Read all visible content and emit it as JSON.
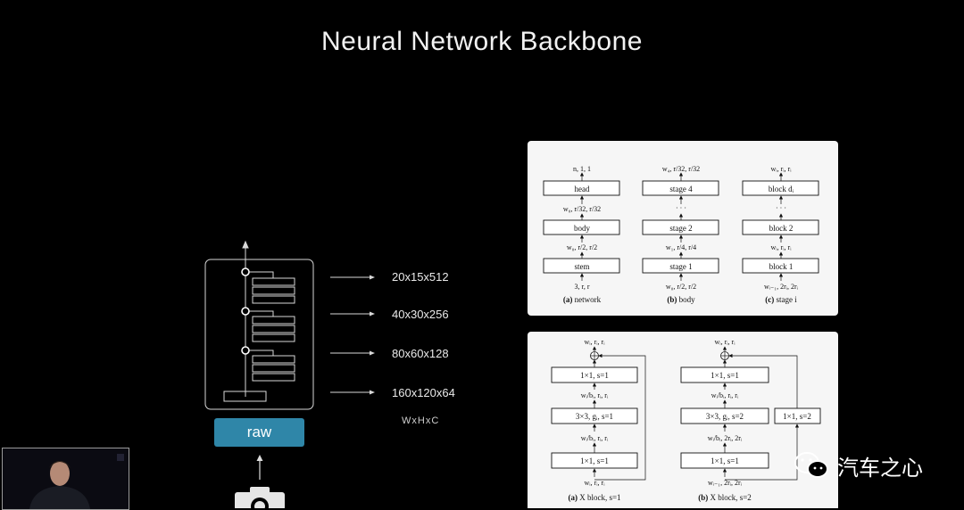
{
  "slide": {
    "title": "Neural Network Backbone"
  },
  "backbone": {
    "raw_label": "raw",
    "feature_maps": [
      "20x15x512",
      "40x30x256",
      "80x60x128",
      "160x120x64"
    ],
    "dims_label": "WxHxC"
  },
  "regnet_panel": {
    "network": {
      "top": "n, 1, 1",
      "boxes": [
        "head",
        "body",
        "stem"
      ],
      "between": [
        "w₀, r/32, r/32",
        "w₀, r/2, r/2"
      ],
      "bottom": "3, r, r",
      "caption_letter": "(a)",
      "caption": " network"
    },
    "body": {
      "top": "w₄, r/32, r/32",
      "boxes": [
        "stage 4",
        "stage 2",
        "stage 1"
      ],
      "between": [
        "· · ·",
        "w₁, r/4, r/4"
      ],
      "bottom": "w₀, r/2, r/2",
      "caption_letter": "(b)",
      "caption": " body"
    },
    "stage": {
      "top": "wᵢ, rᵢ, rᵢ",
      "boxes": [
        "block dᵢ",
        "block 2",
        "block 1"
      ],
      "between": [
        "· · ·",
        "wᵢ, rᵢ, rᵢ"
      ],
      "bottom": "wᵢ₋₁, 2rᵢ, 2rᵢ",
      "caption_letter": "(c)",
      "caption": " stage i"
    }
  },
  "xblock_panel": {
    "s1": {
      "top": "wᵢ, rᵢ, rᵢ",
      "boxes": [
        "1×1, s=1",
        "3×3, gᵢ, s=1",
        "1×1, s=1"
      ],
      "between": [
        "wᵢ/bᵢ, rᵢ, rᵢ",
        "wᵢ/bᵢ, rᵢ, rᵢ"
      ],
      "bottom": "wᵢ, rᵢ, rᵢ",
      "caption_letter": "(a)",
      "caption": " X block, s=1"
    },
    "s2": {
      "top": "wᵢ, rᵢ, rᵢ",
      "boxes": [
        "1×1, s=1",
        "3×3, gᵢ, s=2",
        "1×1, s=1"
      ],
      "shortcut_box": "1×1, s=2",
      "between": [
        "wᵢ/bᵢ, rᵢ, rᵢ",
        "wᵢ/bᵢ, 2rᵢ, 2rᵢ"
      ],
      "bottom": "wᵢ₋₁, 2rᵢ, 2rᵢ",
      "caption_letter": "(b)",
      "caption": " X block, s=2"
    }
  },
  "watermark": {
    "text": "汽车之心"
  }
}
